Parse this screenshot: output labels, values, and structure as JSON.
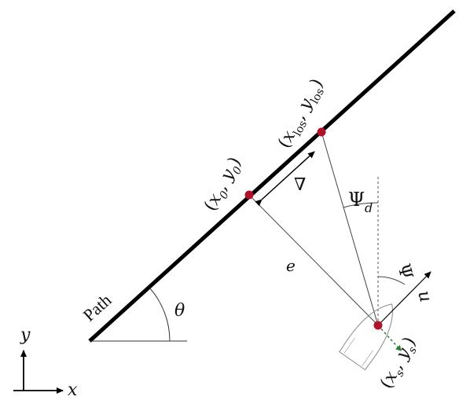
{
  "diagram": {
    "path_label": "Path",
    "theta": "θ",
    "psi": "Ψ",
    "psi_d": {
      "base": "Ψ",
      "sub": "d"
    },
    "delta": "∇",
    "e": "e",
    "u": "u",
    "point_0": {
      "open": "(",
      "x": "x",
      "x_sub": "0",
      "sep": ", ",
      "y": "y",
      "y_sub": "0",
      "close": ")"
    },
    "point_los": {
      "open": "(",
      "x": "x",
      "x_sub": "los",
      "sep": ", ",
      "y": "y",
      "y_sub": "los",
      "close": ")"
    },
    "point_s": {
      "open": "(",
      "x": "x",
      "x_sub": "s",
      "sep": ", ",
      "y": "y",
      "y_sub": "s",
      "close": ")"
    },
    "axis_x": "x",
    "axis_y": "y"
  },
  "colors": {
    "line": "#000000",
    "thin_line": "#555555",
    "point": "#b0122c",
    "velocity_arrow": "#2e7d32",
    "boat": "#8a8a8a"
  }
}
